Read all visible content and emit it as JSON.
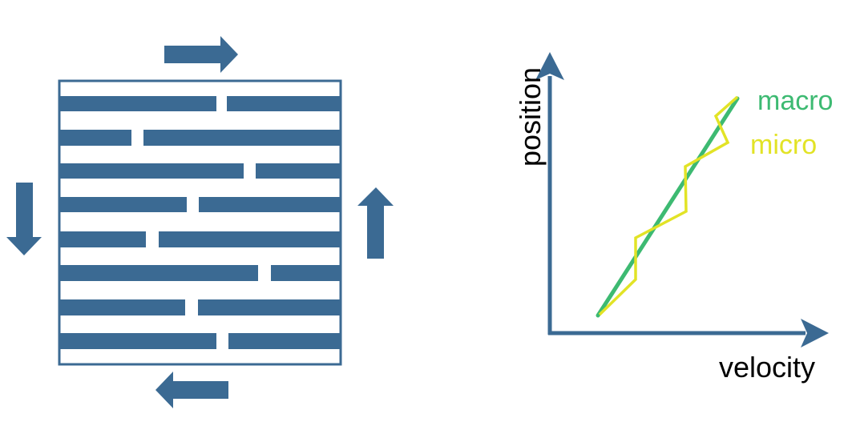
{
  "colors": {
    "structure": "#3b6a93",
    "macro": "#3dba72",
    "micro": "#e2e326",
    "background": "#ffffff",
    "text": "#000000"
  },
  "shear_diagram": {
    "arrows": [
      {
        "name": "top-shear-arrow-icon",
        "direction": "right"
      },
      {
        "name": "bottom-shear-arrow-icon",
        "direction": "left"
      },
      {
        "name": "left-shear-arrow-icon",
        "direction": "down"
      },
      {
        "name": "right-shear-arrow-icon",
        "direction": "up"
      }
    ],
    "layer_count": 8
  },
  "plot": {
    "x_axis_label": "velocity",
    "y_axis_label": "position",
    "series": [
      {
        "name": "macro"
      },
      {
        "name": "micro"
      }
    ]
  }
}
